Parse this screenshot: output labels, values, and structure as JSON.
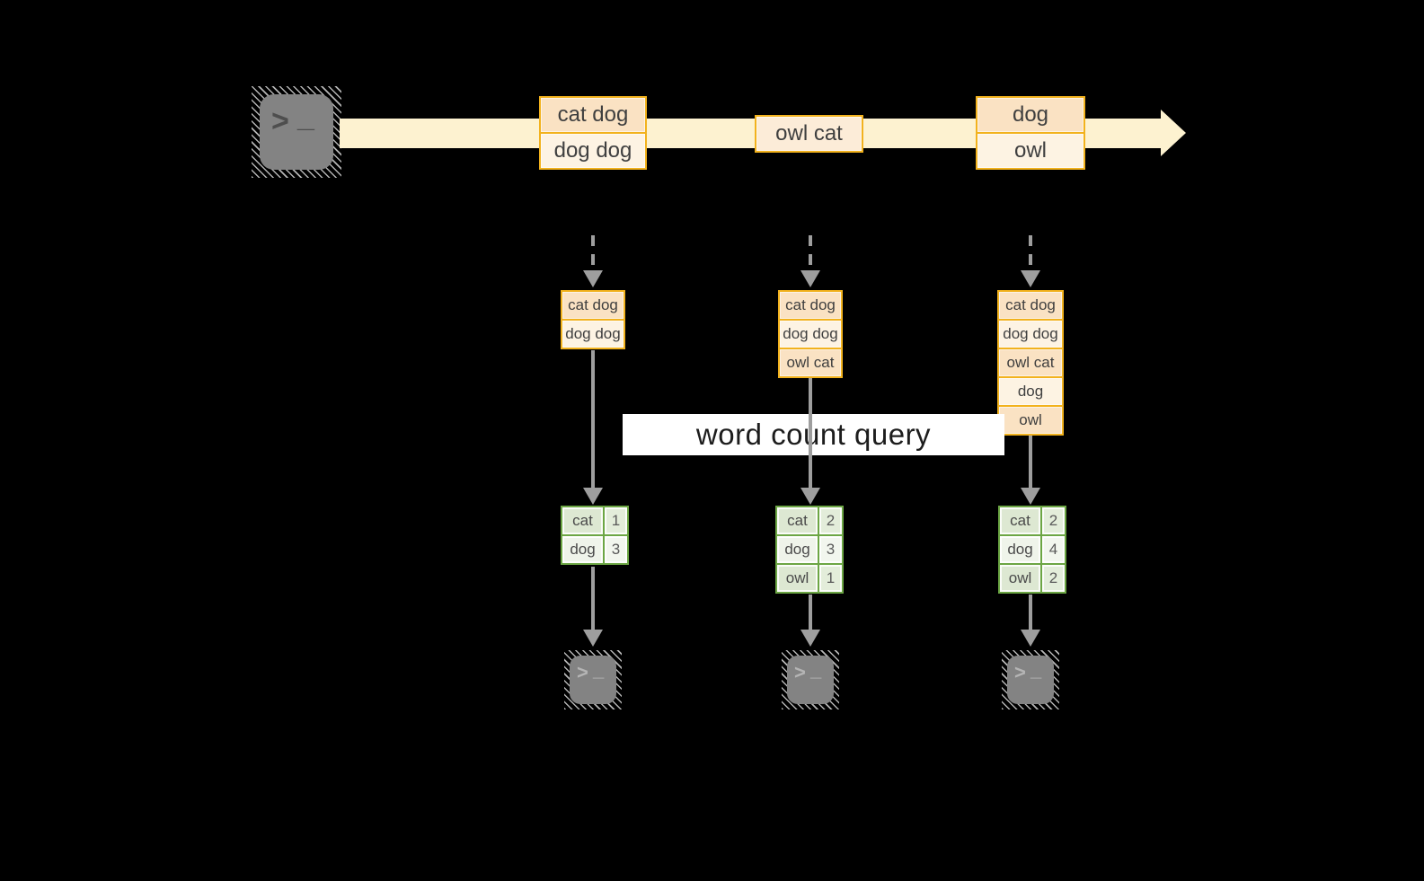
{
  "banner": {
    "label": "word count query"
  },
  "icons": {
    "terminal_prompt_chevron": ">",
    "terminal_prompt_underscore": "_"
  },
  "timeline": {
    "events": [
      {
        "rows": [
          "cat dog",
          "dog dog"
        ]
      },
      {
        "rows": [
          "owl cat"
        ]
      },
      {
        "rows": [
          "dog",
          "owl"
        ]
      }
    ]
  },
  "columns": [
    {
      "stack": [
        "cat dog",
        "dog dog"
      ],
      "counts": [
        {
          "word": "cat",
          "count": "1"
        },
        {
          "word": "dog",
          "count": "3"
        }
      ]
    },
    {
      "stack": [
        "cat dog",
        "dog dog",
        "owl cat"
      ],
      "counts": [
        {
          "word": "cat",
          "count": "2"
        },
        {
          "word": "dog",
          "count": "3"
        },
        {
          "word": "owl",
          "count": "1"
        }
      ]
    },
    {
      "stack": [
        "cat dog",
        "dog dog",
        "owl cat",
        "dog",
        "owl"
      ],
      "counts": [
        {
          "word": "cat",
          "count": "2"
        },
        {
          "word": "dog",
          "count": "4"
        },
        {
          "word": "owl",
          "count": "2"
        }
      ]
    }
  ],
  "colors": {
    "background": "#000000",
    "stream_band": "#fdf2d0",
    "gold_border": "#f2b21d",
    "peach_fill": "#fae2c3",
    "cream_fill": "#fdf3e3",
    "green_border": "#6ca644",
    "green_cell_dark": "#dde8d2",
    "green_cell_light": "#eff4ea",
    "arrow_gray": "#9e9e9e",
    "terminal_gray": "#838383",
    "banner_bg": "#ffffff"
  }
}
